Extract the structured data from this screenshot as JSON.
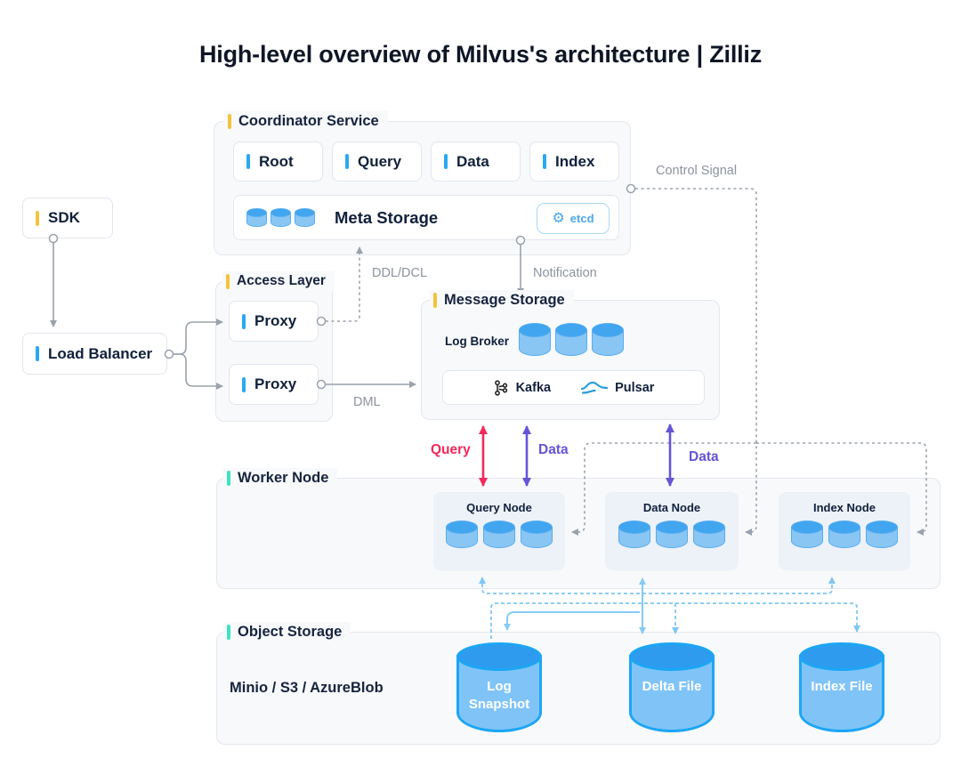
{
  "title": "High-level overview of Milvus's architecture | Zilliz",
  "client": {
    "sdk": "SDK",
    "load_balancer": "Load Balancer"
  },
  "coordinator": {
    "label": "Coordinator Service",
    "services": [
      {
        "label": "Root"
      },
      {
        "label": "Query"
      },
      {
        "label": "Data"
      },
      {
        "label": "Index"
      }
    ],
    "meta_storage": {
      "label": "Meta Storage",
      "badge": "etcd"
    }
  },
  "access_layer": {
    "label": "Access Layer",
    "proxies": [
      {
        "label": "Proxy"
      },
      {
        "label": "Proxy"
      }
    ]
  },
  "message_storage": {
    "label": "Message Storage",
    "log_broker": "Log Broker",
    "engines": [
      {
        "label": "Kafka"
      },
      {
        "label": "Pulsar"
      }
    ]
  },
  "worker": {
    "label": "Worker Node",
    "nodes": [
      {
        "label": "Query Node"
      },
      {
        "label": "Data Node"
      },
      {
        "label": "Index Node"
      }
    ]
  },
  "object_storage": {
    "label": "Object Storage",
    "backends": "Minio / S3 / AzureBlob",
    "files": [
      {
        "label": "Log Snapshot"
      },
      {
        "label": "Delta File"
      },
      {
        "label": "Index File"
      }
    ]
  },
  "edge_labels": {
    "control_signal": "Control Signal",
    "ddl_dcl": "DDL/DCL",
    "notification": "Notification",
    "dml": "DML",
    "query": "Query",
    "data_query_node": "Data",
    "data_data_node": "Data"
  },
  "colors": {
    "accent_yellow": "#F3C43B",
    "accent_blue": "#2BA8F0",
    "accent_teal": "#3FE3C1",
    "arrow_gray": "#9AA2AC",
    "arrow_red": "#F2295B",
    "arrow_purple": "#6454D8",
    "arrow_lightblue": "#85CBF3",
    "cylinder_blue": "#1BA6F4"
  }
}
